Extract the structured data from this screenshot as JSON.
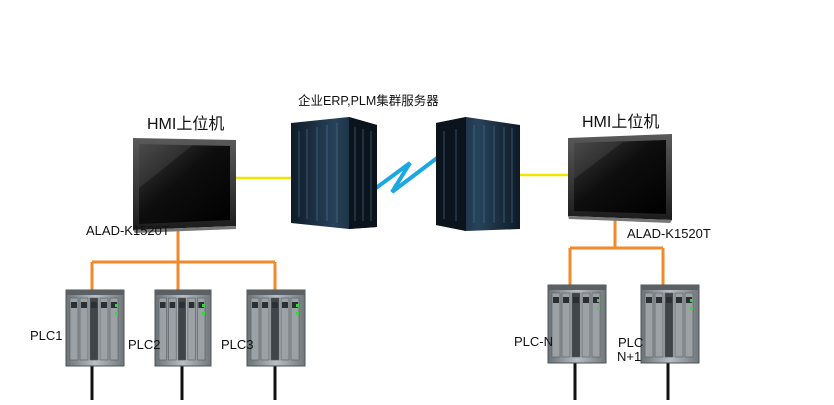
{
  "servers": {
    "label": "企业ERP,PLM集群服务器"
  },
  "left_station": {
    "hmi_label": "HMI上位机",
    "model_label": "ALAD-K1520T",
    "plcs": [
      {
        "label": "PLC1"
      },
      {
        "label": "PLC2"
      },
      {
        "label": "PLC3"
      }
    ]
  },
  "right_station": {
    "hmi_label": "HMI上位机",
    "model_label": "ALAD-K1520T",
    "plcs": [
      {
        "label": "PLC-N"
      },
      {
        "label_line1": "PLC",
        "label_line2": "N+1"
      }
    ]
  },
  "colors": {
    "hmi_link": "#f2e600",
    "fieldbus": "#f08a2c",
    "wan_link": "#1aa8e0",
    "screen_frame": "#2a2a2a",
    "server_body": "#1f3346",
    "plc_body": "#8a9094",
    "io_cable": "#111111"
  },
  "icons": {
    "hmi": "touch-panel-computer-icon",
    "server": "server-rack-icon",
    "plc": "plc-module-icon"
  }
}
